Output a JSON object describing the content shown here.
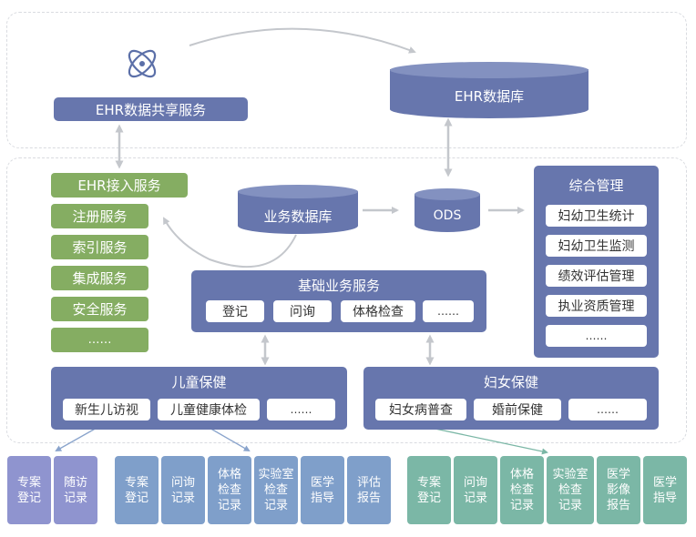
{
  "top": {
    "share_service": "EHR数据共享服务",
    "ehr_db": "EHR数据库"
  },
  "access": {
    "items": [
      "EHR接入服务",
      "注册服务",
      "索引服务",
      "集成服务",
      "安全服务",
      "……"
    ]
  },
  "middle": {
    "biz_db": "业务数据库",
    "ods": "ODS"
  },
  "base": {
    "title": "基础业务服务",
    "items": [
      "登记",
      "问询",
      "体格检查",
      "……"
    ]
  },
  "mgmt": {
    "title": "综合管理",
    "items": [
      "妇幼卫生统计",
      "妇幼卫生监测",
      "绩效评估管理",
      "执业资质管理",
      "……"
    ]
  },
  "child": {
    "title": "儿童保健",
    "items": [
      "新生儿访视",
      "儿童健康体检",
      "……"
    ]
  },
  "women": {
    "title": "妇女保健",
    "items": [
      "妇女病普查",
      "婚前保健",
      "……"
    ]
  },
  "records": {
    "group1": [
      "专案\n登记",
      "随访\n记录"
    ],
    "group2": [
      "专案\n登记",
      "问询\n记录",
      "体格\n检查\n记录",
      "实验室\n检查\n记录",
      "医学\n指导",
      "评估\n报告"
    ],
    "group3": [
      "专案\n登记",
      "问询\n记录",
      "体格\n检查\n记录",
      "实验室\n检查\n记录",
      "医学\n影像\n报告",
      "医学\n指导"
    ]
  },
  "colors": {
    "navy": "#6776ad",
    "green": "#85ad62",
    "purple": "#8f94cf",
    "blue": "#7f9fca",
    "teal": "#7bb7a6"
  },
  "icons": {
    "logo": "atom-icon"
  }
}
